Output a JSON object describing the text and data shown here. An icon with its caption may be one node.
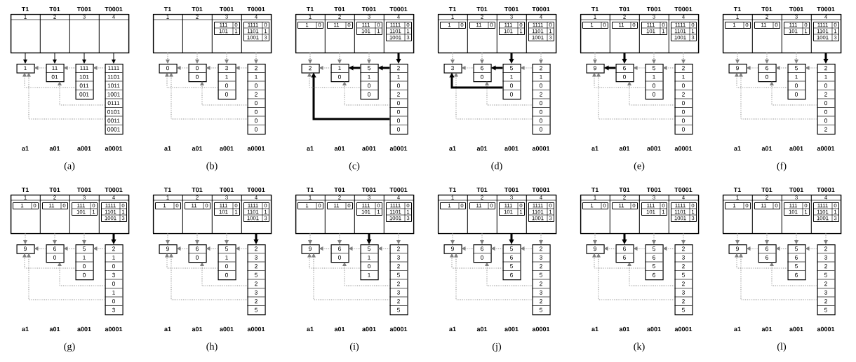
{
  "diagram": {
    "nodes": [
      {
        "text": [],
        "shape": "box"
      },
      {
        "text": [
          "1"
        ],
        "in": 0,
        "beside": [
          "T1"
        ]
      },
      {
        "text": [
          "2"
        ],
        "in": 0,
        "beside": [
          "T01"
        ]
      },
      {
        "text": [
          "3"
        ],
        "in": 0,
        "beside": [
          "T001"
        ]
      },
      {
        "text": [
          "4"
        ],
        "in": 0,
        "beside": [
          "T0001"
        ]
      },
      {
        "text": [
          "1"
        ]
      },
      {
        "text": [
          "11",
          "01"
        ]
      },
      {
        "text": [
          "111",
          "101",
          "011",
          "001"
        ]
      },
      {
        "text": [
          "1111",
          "1101",
          "1011",
          "1001",
          "0111",
          "0101",
          "0011",
          "0001"
        ]
      },
      {
        "text": [],
        "shape": "box"
      },
      {
        "text": [
          "1"
        ],
        "in": 9,
        "beside": [
          "T1"
        ]
      },
      {
        "text": [
          "2"
        ],
        "in": 9,
        "beside": [
          "T01"
        ]
      },
      {
        "text": [
          "3"
        ],
        "in": 9,
        "beside": [
          "T001"
        ]
      },
      {
        "text": [
          "111",
          "0",
          "101",
          "1"
        ],
        "in": 12
      },
      {
        "text": [
          "4"
        ],
        "in": 9,
        "beside": [
          "T0001"
        ]
      },
      {
        "text": [
          "1111",
          "0",
          "1101",
          "1",
          "1001",
          "3"
        ],
        "in": 14
      },
      {
        "text": [
          "0"
        ]
      },
      {
        "text": [
          "0",
          "0"
        ]
      },
      {
        "text": [
          "3",
          "1",
          "0",
          "0"
        ]
      },
      {
        "text": [
          "2",
          "1",
          "0",
          "2",
          "0",
          "0",
          "0",
          "0"
        ]
      },
      {
        "text": [],
        "shape": "box"
      },
      {
        "text": [
          "1"
        ],
        "in": 20,
        "beside": [
          "T1"
        ]
      },
      {
        "text": [
          "1",
          "0"
        ],
        "in": 21
      },
      {
        "text": [
          "2"
        ],
        "in": 20,
        "beside": [
          "T01"
        ]
      },
      {
        "text": [
          "11",
          "0"
        ],
        "in": 23
      },
      {
        "text": [
          "3"
        ],
        "in": 20,
        "beside": [
          "T001"
        ]
      },
      {
        "text": [
          "111",
          "0",
          "101",
          "1"
        ],
        "in": 25
      },
      {
        "text": [
          "4"
        ],
        "in": 20,
        "beside": [
          "T0001"
        ]
      },
      {
        "text": [
          "1111",
          "0",
          "1101",
          "1",
          "1001",
          "3"
        ],
        "in": 27
      },
      {
        "text": [
          "2"
        ]
      },
      {
        "text": [
          "1",
          "0"
        ]
      },
      {
        "text": [
          "5",
          "1",
          "0",
          "0"
        ]
      },
      {
        "text": [
          "2",
          "1",
          "0",
          "2",
          "0",
          "0",
          "0",
          "0"
        ]
      },
      {
        "text": [],
        "shape": "box"
      },
      {
        "text": [
          "1"
        ],
        "in": 33,
        "beside": [
          "T1"
        ]
      },
      {
        "text": [
          "1",
          "0"
        ],
        "in": 34
      },
      {
        "text": [
          "2"
        ],
        "in": 33,
        "beside": [
          "T01"
        ]
      },
      {
        "text": [
          "11",
          "0"
        ],
        "in": 36
      },
      {
        "text": [
          "3"
        ],
        "in": 33,
        "beside": [
          "T001"
        ]
      },
      {
        "text": [
          "111",
          "0",
          "101",
          "1"
        ],
        "in": 38
      },
      {
        "text": [
          "4"
        ],
        "in": 33,
        "beside": [
          "T0001"
        ]
      },
      {
        "text": [
          "1111",
          "0",
          "1101",
          "1",
          "1001",
          "3"
        ],
        "in": 40
      },
      {
        "text": [
          "3"
        ]
      },
      {
        "text": [
          "6",
          "0"
        ]
      },
      {
        "text": [
          "5",
          "1",
          "0",
          "0"
        ]
      },
      {
        "text": [
          "2",
          "1",
          "0",
          "2",
          "0",
          "0",
          "0",
          "0"
        ]
      },
      {
        "text": [],
        "shape": "box"
      },
      {
        "text": [
          "1"
        ],
        "in": 46,
        "beside": [
          "T1"
        ]
      },
      {
        "text": [
          "1",
          "0"
        ],
        "in": 47
      },
      {
        "text": [
          "2"
        ],
        "in": 46,
        "beside": [
          "T01"
        ]
      },
      {
        "text": [
          "11",
          "0"
        ],
        "in": 49
      },
      {
        "text": [
          "3"
        ],
        "in": 46,
        "beside": [
          "T001"
        ]
      },
      {
        "text": [
          "111",
          "0",
          "101",
          "1"
        ],
        "in": 51
      },
      {
        "text": [
          "4"
        ],
        "in": 46,
        "beside": [
          "T0001"
        ]
      },
      {
        "text": [
          "1111",
          "0",
          "1101",
          "1",
          "1001",
          "3"
        ],
        "in": 53
      },
      {
        "text": [
          "9"
        ]
      },
      {
        "text": [
          "6",
          "0"
        ]
      },
      {
        "text": [
          "5",
          "1",
          "0",
          "0"
        ]
      },
      {
        "text": [
          "2",
          "1",
          "0",
          "2",
          "0",
          "0",
          "0",
          "0"
        ]
      },
      {
        "text": [],
        "shape": "box"
      },
      {
        "text": [
          "1"
        ],
        "in": 59,
        "beside": [
          "T1"
        ]
      },
      {
        "text": [
          "1",
          "0"
        ],
        "in": 60
      },
      {
        "text": [
          "2"
        ],
        "in": 59,
        "beside": [
          "T01"
        ]
      },
      {
        "text": [
          "11",
          "0"
        ],
        "in": 62
      },
      {
        "text": [
          "3"
        ],
        "in": 59,
        "beside": [
          "T001"
        ]
      },
      {
        "text": [
          "111",
          "0",
          "101",
          "1"
        ],
        "in": 64
      },
      {
        "text": [
          "4"
        ],
        "in": 59,
        "beside": [
          "T0001"
        ]
      },
      {
        "text": [
          "1111",
          "0",
          "1101",
          "1",
          "1001",
          "3"
        ],
        "in": 66
      },
      {
        "text": [
          "9"
        ]
      },
      {
        "text": [
          "6",
          "0"
        ]
      },
      {
        "text": [
          "5",
          "1",
          "0",
          "0"
        ]
      },
      {
        "text": [
          "2",
          "1",
          "0",
          "2",
          "0",
          "0",
          "0",
          "2"
        ]
      },
      {
        "text": [],
        "shape": "box"
      },
      {
        "text": [
          "1"
        ],
        "in": 72,
        "beside": [
          "T1"
        ]
      },
      {
        "text": [
          "1",
          "0"
        ],
        "in": 73
      },
      {
        "text": [
          "2"
        ],
        "in": 72,
        "beside": [
          "T01"
        ]
      },
      {
        "text": [
          "11",
          "0"
        ],
        "in": 75
      },
      {
        "text": [
          "3"
        ],
        "in": 72,
        "beside": [
          "T001"
        ]
      },
      {
        "text": [
          "111",
          "0",
          "101",
          "1"
        ],
        "in": 77
      },
      {
        "text": [
          "4"
        ],
        "in": 72,
        "beside": [
          "T0001"
        ]
      },
      {
        "text": [
          "1111",
          "0",
          "1101",
          "1",
          "1001",
          "3"
        ],
        "in": 79
      },
      {
        "text": [
          "9"
        ]
      },
      {
        "text": [
          "6",
          "0"
        ]
      },
      {
        "text": [
          "5",
          "1",
          "0",
          "0"
        ]
      },
      {
        "text": [
          "2",
          "1",
          "0",
          "3",
          "0",
          "1",
          "0",
          "3"
        ]
      },
      {
        "text": [],
        "shape": "box"
      },
      {
        "text": [
          "1"
        ],
        "in": 85,
        "beside": [
          "T1"
        ]
      },
      {
        "text": [
          "1",
          "0"
        ],
        "in": 86
      },
      {
        "text": [
          "2"
        ],
        "in": 85,
        "beside": [
          "T01"
        ]
      },
      {
        "text": [
          "11",
          "0"
        ],
        "in": 88
      },
      {
        "text": [
          "3"
        ],
        "in": 85,
        "beside": [
          "T001"
        ]
      },
      {
        "text": [
          "111",
          "0",
          "101",
          "1"
        ],
        "in": 90
      },
      {
        "text": [
          "4"
        ],
        "in": 85,
        "beside": [
          "T0001"
        ]
      },
      {
        "text": [
          "1111",
          "0",
          "1101",
          "1",
          "1001",
          "3"
        ],
        "in": 92
      },
      {
        "text": [
          "9"
        ]
      },
      {
        "text": [
          "6",
          "0"
        ]
      },
      {
        "text": [
          "5",
          "1",
          "0",
          "0"
        ]
      },
      {
        "text": [
          "2",
          "3",
          "2",
          "5",
          "2",
          "3",
          "2",
          "5"
        ]
      },
      {
        "text": [],
        "shape": "box"
      },
      {
        "text": [
          "1"
        ],
        "in": 98,
        "beside": [
          "T1"
        ]
      },
      {
        "text": [
          "1",
          "0"
        ],
        "in": 99
      },
      {
        "text": [
          "2"
        ],
        "in": 98,
        "beside": [
          "T01"
        ]
      },
      {
        "text": [
          "11",
          "0"
        ],
        "in": 101
      },
      {
        "text": [
          "3"
        ],
        "in": 98,
        "beside": [
          "T001"
        ]
      },
      {
        "text": [
          "111",
          "0",
          "101",
          "1"
        ],
        "in": 103
      },
      {
        "text": [
          "4"
        ],
        "in": 98,
        "beside": [
          "T0001"
        ]
      },
      {
        "text": [
          "1111",
          "0",
          "1101",
          "1",
          "1001",
          "3"
        ],
        "in": 105
      },
      {
        "text": [
          "9"
        ]
      },
      {
        "text": [
          "6",
          "0"
        ]
      },
      {
        "text": [
          "5",
          "1",
          "0",
          "1"
        ]
      },
      {
        "text": [
          "2",
          "3",
          "2",
          "5",
          "2",
          "3",
          "2",
          "5"
        ]
      },
      {
        "text": [],
        "shape": "box"
      },
      {
        "text": [
          "1"
        ],
        "in": 111,
        "beside": [
          "T1"
        ]
      },
      {
        "text": [
          "1",
          "0"
        ],
        "in": 112
      },
      {
        "text": [
          "2"
        ],
        "in": 111,
        "beside": [
          "T01"
        ]
      },
      {
        "text": [
          "11",
          "0"
        ],
        "in": 114
      },
      {
        "text": [
          "3"
        ],
        "in": 111,
        "beside": [
          "T001"
        ]
      },
      {
        "text": [
          "111",
          "0",
          "101",
          "1"
        ],
        "in": 116
      },
      {
        "text": [
          "4"
        ],
        "in": 111,
        "beside": [
          "T0001"
        ]
      },
      {
        "text": [
          "1111",
          "0",
          "1101",
          "1",
          "1001",
          "3"
        ],
        "in": 118
      },
      {
        "text": [
          "9"
        ]
      },
      {
        "text": [
          "6",
          "0"
        ]
      },
      {
        "text": [
          "5",
          "6",
          "5",
          "6"
        ]
      },
      {
        "text": [
          "2",
          "3",
          "2",
          "5",
          "2",
          "3",
          "2",
          "5"
        ]
      },
      {
        "text": [],
        "shape": "box"
      },
      {
        "text": [
          "1"
        ],
        "in": 124,
        "beside": [
          "T1"
        ]
      },
      {
        "text": [
          "1",
          "0"
        ],
        "in": 125
      },
      {
        "text": [
          "2"
        ],
        "in": 124,
        "beside": [
          "T01"
        ]
      },
      {
        "text": [
          "11",
          "0"
        ],
        "in": 127
      },
      {
        "text": [
          "3"
        ],
        "in": 124,
        "beside": [
          "T001"
        ]
      },
      {
        "text": [
          "111",
          "0",
          "101",
          "1"
        ],
        "in": 129
      },
      {
        "text": [
          "4"
        ],
        "in": 124,
        "beside": [
          "T0001"
        ]
      },
      {
        "text": [
          "1111",
          "0",
          "1101",
          "1",
          "1001",
          "3"
        ],
        "in": 131
      },
      {
        "text": [
          "9"
        ]
      },
      {
        "text": [
          "6",
          "6"
        ]
      },
      {
        "text": [
          "5",
          "6",
          "5",
          "6"
        ]
      },
      {
        "text": [
          "2",
          "3",
          "2",
          "5",
          "2",
          "3",
          "2",
          "5"
        ]
      },
      {
        "text": [],
        "shape": "box"
      },
      {
        "text": [
          "1"
        ],
        "in": 137,
        "beside": [
          "T1"
        ]
      },
      {
        "text": [
          "1",
          "0"
        ],
        "in": 138
      },
      {
        "text": [
          "2"
        ],
        "in": 137,
        "beside": [
          "T01"
        ]
      },
      {
        "text": [
          "11",
          "0"
        ],
        "in": 140
      },
      {
        "text": [
          "3"
        ],
        "in": 137,
        "beside": [
          "T001"
        ]
      },
      {
        "text": [
          "111",
          "0",
          "101",
          "1"
        ],
        "in": 142
      },
      {
        "text": [
          "4"
        ],
        "in": 137,
        "beside": [
          "T0001"
        ]
      },
      {
        "text": [
          "1111",
          "0",
          "1101",
          "1",
          "1001",
          "3"
        ],
        "in": 144
      },
      {
        "text": [
          "9"
        ]
      },
      {
        "text": [
          "6",
          "6"
        ]
      },
      {
        "text": [
          "5",
          "6",
          "5",
          "6"
        ]
      },
      {
        "text": [
          "2",
          "3",
          "2",
          "5",
          "2",
          "3",
          "2",
          "5"
        ]
      }
    ],
    "edges": [
      {
        "from": 1,
        "to": 5,
        "arrow": "to",
        "color": "#000000"
      },
      {
        "from": 2,
        "to": 6,
        "arrow": "to",
        "color": "#000000"
      },
      {
        "from": 3,
        "to": 7,
        "arrow": "to",
        "color": "#000000"
      },
      {
        "from": 4,
        "to": 8,
        "arrow": "to",
        "color": "#000000"
      },
      {
        "from": 8,
        "to": 7,
        "arrow": "to",
        "style": "dashed"
      },
      {
        "from": 7,
        "to": 6,
        "arrow": "to",
        "style": "dashed"
      },
      {
        "from": 6,
        "to": 5,
        "arrow": "to",
        "style": "dashed"
      },
      {
        "from": 8,
        "to": 6,
        "arrow": "to",
        "style": "dashed"
      },
      {
        "from": 8,
        "to": 5,
        "arrow": "to",
        "style": "dashed"
      },
      {
        "from": 7,
        "to": 5,
        "arrow": "to",
        "style": "dashed"
      },
      {
        "from": 10,
        "to": 16,
        "arrow": "to",
        "style": "dashed"
      },
      {
        "from": 11,
        "to": 17,
        "arrow": "to",
        "style": "dashed"
      },
      {
        "from": 12,
        "to": 18,
        "arrow": "to",
        "style": "dashed"
      },
      {
        "from": 14,
        "to": 19,
        "arrow": "to",
        "style": "dashed"
      },
      {
        "from": 19,
        "to": 18,
        "arrow": "to",
        "style": "dashed"
      },
      {
        "from": 18,
        "to": 17,
        "arrow": "to",
        "style": "dashed"
      },
      {
        "from": 17,
        "to": 16,
        "arrow": "to",
        "style": "dashed"
      },
      {
        "from": 19,
        "to": 17,
        "arrow": "to",
        "style": "dashed"
      },
      {
        "from": 19,
        "to": 16,
        "arrow": "to",
        "style": "dashed"
      },
      {
        "from": 18,
        "to": 16,
        "arrow": "to",
        "style": "dashed"
      },
      {
        "from": 21,
        "to": 29,
        "arrow": "to",
        "style": "dashed"
      },
      {
        "from": 23,
        "to": 30,
        "arrow": "to",
        "style": "dashed"
      },
      {
        "from": 25,
        "to": 31,
        "arrow": "to",
        "style": "dashed"
      },
      {
        "from": 27,
        "to": 32,
        "arrow": "to",
        "style": "thick",
        "color": "#000000"
      },
      {
        "from": 32,
        "to": 31,
        "arrow": "to",
        "style": "thick",
        "color": "#000000"
      },
      {
        "from": 31,
        "to": 30,
        "arrow": "to",
        "style": "thick",
        "color": "#000000"
      },
      {
        "from": 30,
        "to": 29,
        "arrow": "to",
        "style": "dashed"
      },
      {
        "from": 32,
        "to": 30,
        "arrow": "to",
        "style": "dashed"
      },
      {
        "from": 32,
        "to": 29,
        "arrow": "to",
        "style": "thick",
        "color": "#000000"
      },
      {
        "from": 31,
        "to": 29,
        "arrow": "to",
        "style": "dashed"
      },
      {
        "from": 34,
        "to": 42,
        "arrow": "to",
        "style": "dashed"
      },
      {
        "from": 36,
        "to": 43,
        "arrow": "to",
        "style": "dashed"
      },
      {
        "from": 38,
        "to": 44,
        "arrow": "to",
        "style": "thick",
        "color": "#000000"
      },
      {
        "from": 40,
        "to": 45,
        "arrow": "to",
        "style": "dashed"
      },
      {
        "from": 45,
        "to": 44,
        "arrow": "to",
        "style": "dashed"
      },
      {
        "from": 44,
        "to": 43,
        "arrow": "to",
        "style": "thick",
        "color": "#000000"
      },
      {
        "from": 43,
        "to": 42,
        "arrow": "to",
        "style": "dashed"
      },
      {
        "from": 45,
        "to": 43,
        "arrow": "to",
        "style": "dashed"
      },
      {
        "from": 45,
        "to": 42,
        "arrow": "to",
        "style": "dashed"
      },
      {
        "from": 44,
        "to": 42,
        "arrow": "to",
        "style": "thick",
        "color": "#000000"
      },
      {
        "from": 47,
        "to": 55,
        "arrow": "to",
        "style": "dashed"
      },
      {
        "from": 49,
        "to": 56,
        "arrow": "to",
        "style": "thick",
        "color": "#000000"
      },
      {
        "from": 51,
        "to": 57,
        "arrow": "to",
        "style": "dashed"
      },
      {
        "from": 53,
        "to": 58,
        "arrow": "to",
        "style": "dashed"
      },
      {
        "from": 58,
        "to": 57,
        "arrow": "to",
        "style": "dashed"
      },
      {
        "from": 57,
        "to": 56,
        "arrow": "to",
        "style": "dashed"
      },
      {
        "from": 56,
        "to": 55,
        "arrow": "to",
        "style": "thick",
        "color": "#000000"
      },
      {
        "from": 58,
        "to": 56,
        "arrow": "to",
        "style": "dashed"
      },
      {
        "from": 58,
        "to": 55,
        "arrow": "to",
        "style": "dashed"
      },
      {
        "from": 57,
        "to": 55,
        "arrow": "to",
        "style": "dashed"
      },
      {
        "from": 60,
        "to": 68,
        "arrow": "to",
        "style": "dashed"
      },
      {
        "from": 62,
        "to": 69,
        "arrow": "to",
        "style": "dashed"
      },
      {
        "from": 64,
        "to": 70,
        "arrow": "to",
        "style": "dashed"
      },
      {
        "from": 66,
        "to": 71,
        "arrow": "to",
        "style": "thick",
        "color": "#000000"
      },
      {
        "from": 71,
        "to": 70,
        "arrow": "to",
        "style": "dashed"
      },
      {
        "from": 70,
        "to": 69,
        "arrow": "to",
        "style": "dashed"
      },
      {
        "from": 69,
        "to": 68,
        "arrow": "to",
        "style": "dashed"
      },
      {
        "from": 71,
        "to": 69,
        "arrow": "to",
        "style": "dashed"
      },
      {
        "from": 71,
        "to": 68,
        "arrow": "to",
        "style": "dashed"
      },
      {
        "from": 70,
        "to": 68,
        "arrow": "to",
        "style": "dashed"
      },
      {
        "from": 73,
        "to": 81,
        "arrow": "to",
        "style": "dashed"
      },
      {
        "from": 75,
        "to": 82,
        "arrow": "to",
        "style": "dashed"
      },
      {
        "from": 77,
        "to": 83,
        "arrow": "to",
        "style": "dashed"
      },
      {
        "from": 79,
        "to": 84,
        "arrow": "to",
        "style": "thick",
        "color": "#000000"
      },
      {
        "from": 84,
        "to": 83,
        "arrow": "to",
        "style": "dashed"
      },
      {
        "from": 83,
        "to": 82,
        "arrow": "to",
        "style": "dashed"
      },
      {
        "from": 82,
        "to": 81,
        "arrow": "to",
        "style": "dashed"
      },
      {
        "from": 84,
        "to": 82,
        "arrow": "to",
        "style": "dashed"
      },
      {
        "from": 84,
        "to": 81,
        "arrow": "to",
        "style": "dashed"
      },
      {
        "from": 83,
        "to": 81,
        "arrow": "to",
        "style": "dashed"
      },
      {
        "from": 86,
        "to": 94,
        "arrow": "to",
        "style": "dashed"
      },
      {
        "from": 88,
        "to": 95,
        "arrow": "to",
        "style": "dashed"
      },
      {
        "from": 90,
        "to": 96,
        "arrow": "to",
        "style": "dashed"
      },
      {
        "from": 92,
        "to": 97,
        "arrow": "to",
        "style": "thick",
        "color": "#000000"
      },
      {
        "from": 97,
        "to": 96,
        "arrow": "to",
        "style": "dashed"
      },
      {
        "from": 96,
        "to": 95,
        "arrow": "to",
        "style": "dashed"
      },
      {
        "from": 95,
        "to": 94,
        "arrow": "to",
        "style": "dashed"
      },
      {
        "from": 97,
        "to": 95,
        "arrow": "to",
        "style": "dashed"
      },
      {
        "from": 97,
        "to": 94,
        "arrow": "to",
        "style": "dashed"
      },
      {
        "from": 96,
        "to": 94,
        "arrow": "to",
        "style": "dashed"
      },
      {
        "from": 99,
        "to": 107,
        "arrow": "to",
        "style": "dashed"
      },
      {
        "from": 101,
        "to": 108,
        "arrow": "to",
        "style": "dashed"
      },
      {
        "from": 103,
        "to": 109,
        "arrow": "to",
        "style": "thick",
        "color": "#000000"
      },
      {
        "from": 105,
        "to": 110,
        "arrow": "to",
        "style": "dashed"
      },
      {
        "from": 110,
        "to": 109,
        "arrow": "to",
        "style": "dashed"
      },
      {
        "from": 109,
        "to": 108,
        "arrow": "to",
        "style": "dashed"
      },
      {
        "from": 108,
        "to": 107,
        "arrow": "to",
        "style": "dashed"
      },
      {
        "from": 110,
        "to": 108,
        "arrow": "to",
        "style": "dashed"
      },
      {
        "from": 110,
        "to": 107,
        "arrow": "to",
        "style": "dashed"
      },
      {
        "from": 109,
        "to": 107,
        "arrow": "to",
        "style": "dashed"
      },
      {
        "from": 112,
        "to": 120,
        "arrow": "to",
        "style": "dashed"
      },
      {
        "from": 114,
        "to": 121,
        "arrow": "to",
        "style": "dashed"
      },
      {
        "from": 116,
        "to": 122,
        "arrow": "to",
        "style": "thick",
        "color": "#000000"
      },
      {
        "from": 118,
        "to": 123,
        "arrow": "to",
        "style": "dashed"
      },
      {
        "from": 123,
        "to": 122,
        "arrow": "to",
        "style": "dashed"
      },
      {
        "from": 122,
        "to": 121,
        "arrow": "to",
        "style": "dashed"
      },
      {
        "from": 121,
        "to": 120,
        "arrow": "to",
        "style": "dashed"
      },
      {
        "from": 123,
        "to": 121,
        "arrow": "to",
        "style": "dashed"
      },
      {
        "from": 123,
        "to": 120,
        "arrow": "to",
        "style": "dashed"
      },
      {
        "from": 122,
        "to": 120,
        "arrow": "to",
        "style": "dashed"
      },
      {
        "from": 125,
        "to": 133,
        "arrow": "to",
        "style": "dashed"
      },
      {
        "from": 127,
        "to": 134,
        "arrow": "to",
        "style": "thick",
        "color": "#000000"
      },
      {
        "from": 129,
        "to": 135,
        "arrow": "to",
        "style": "dashed"
      },
      {
        "from": 131,
        "to": 136,
        "arrow": "to",
        "style": "dashed"
      },
      {
        "from": 136,
        "to": 135,
        "arrow": "to",
        "style": "dashed"
      },
      {
        "from": 135,
        "to": 134,
        "arrow": "to",
        "style": "dashed"
      },
      {
        "from": 134,
        "to": 133,
        "arrow": "to",
        "style": "dashed"
      },
      {
        "from": 136,
        "to": 134,
        "arrow": "to",
        "style": "dashed"
      },
      {
        "from": 136,
        "to": 133,
        "arrow": "to",
        "style": "dashed"
      },
      {
        "from": 135,
        "to": 133,
        "arrow": "to",
        "style": "dashed"
      },
      {
        "from": 138,
        "to": 146,
        "arrow": "to",
        "style": "dashed"
      },
      {
        "from": 140,
        "to": 147,
        "arrow": "to",
        "style": "dashed"
      },
      {
        "from": 142,
        "to": 148,
        "arrow": "to",
        "style": "dashed"
      },
      {
        "from": 144,
        "to": 149,
        "arrow": "to",
        "style": "dashed"
      },
      {
        "from": 149,
        "to": 148,
        "arrow": "to",
        "style": "dashed"
      },
      {
        "from": 148,
        "to": 147,
        "arrow": "to",
        "style": "dashed"
      },
      {
        "from": 147,
        "to": 146,
        "arrow": "to",
        "style": "dashed"
      },
      {
        "from": 149,
        "to": 147,
        "arrow": "to",
        "style": "dashed"
      },
      {
        "from": 149,
        "to": 146,
        "arrow": "to",
        "style": "dashed"
      },
      {
        "from": 148,
        "to": 146,
        "arrow": "to",
        "style": "dashed"
      }
    ],
    "labels": [
      "a1",
      "a01",
      "a001",
      "a0001",
      "a1",
      "a01",
      "a001",
      "a0001",
      "a1",
      "a01",
      "a001",
      "a0001",
      "a1",
      "a01",
      "a001",
      "a0001",
      "a1",
      "a01",
      "a001",
      "a0001",
      "a1",
      "a01",
      "a001",
      "a0001",
      "(a)",
      "(b)",
      "(c)",
      "(d)",
      "(e)",
      "(f)",
      "a1",
      "a01",
      "a001",
      "a0001",
      "a1",
      "a01",
      "a001",
      "a0001",
      "a1",
      "a01",
      "a001",
      "a0001",
      "a1",
      "a01",
      "a001",
      "a0001",
      "a1",
      "a01",
      "a001",
      "a0001",
      "a1",
      "a01",
      "a001",
      "a0001",
      "(g)",
      "(h)",
      "(i)",
      "(j)",
      "(k)",
      "(l)"
    ]
  }
}
